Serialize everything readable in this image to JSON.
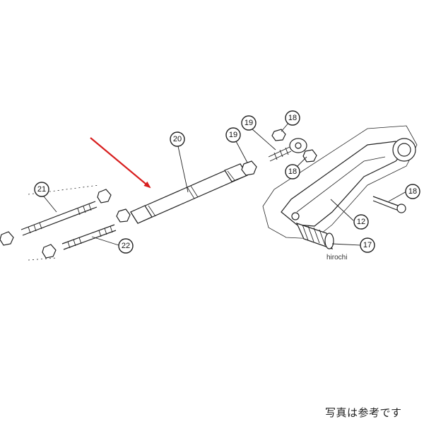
{
  "watermark": "hirochi",
  "note": "写真は参考です",
  "accent_color": "#d81e1e",
  "callouts": [
    {
      "label": "18"
    },
    {
      "label": "19"
    },
    {
      "label": "18"
    },
    {
      "label": "19"
    },
    {
      "label": "20"
    },
    {
      "label": "18"
    },
    {
      "label": "21"
    },
    {
      "label": "12"
    },
    {
      "label": "22"
    },
    {
      "label": "17"
    }
  ]
}
